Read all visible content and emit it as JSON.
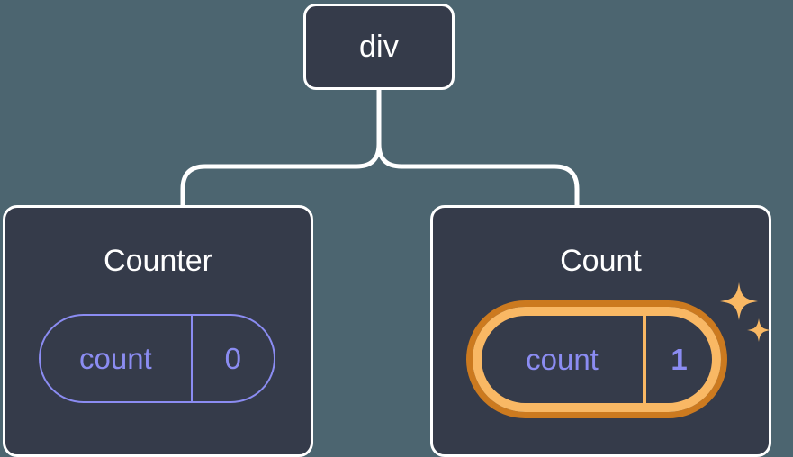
{
  "diagram": {
    "type": "component-tree",
    "background_color": "#4c6570",
    "node_fill_color": "#353b4a",
    "node_border_color": "#ffffff",
    "connector_color": "#ffffff",
    "prop_accent_color": "#8b8cf2",
    "highlight_outer_color": "#cc7a1f",
    "highlight_inner_color": "#f9b864",
    "root": {
      "label": "div"
    },
    "children": [
      {
        "title": "Counter",
        "prop": {
          "key": "count",
          "value": "0",
          "highlighted": false
        }
      },
      {
        "title": "Count",
        "prop": {
          "key": "count",
          "value": "1",
          "highlighted": true
        },
        "badge": "sparkle-icon"
      }
    ]
  }
}
